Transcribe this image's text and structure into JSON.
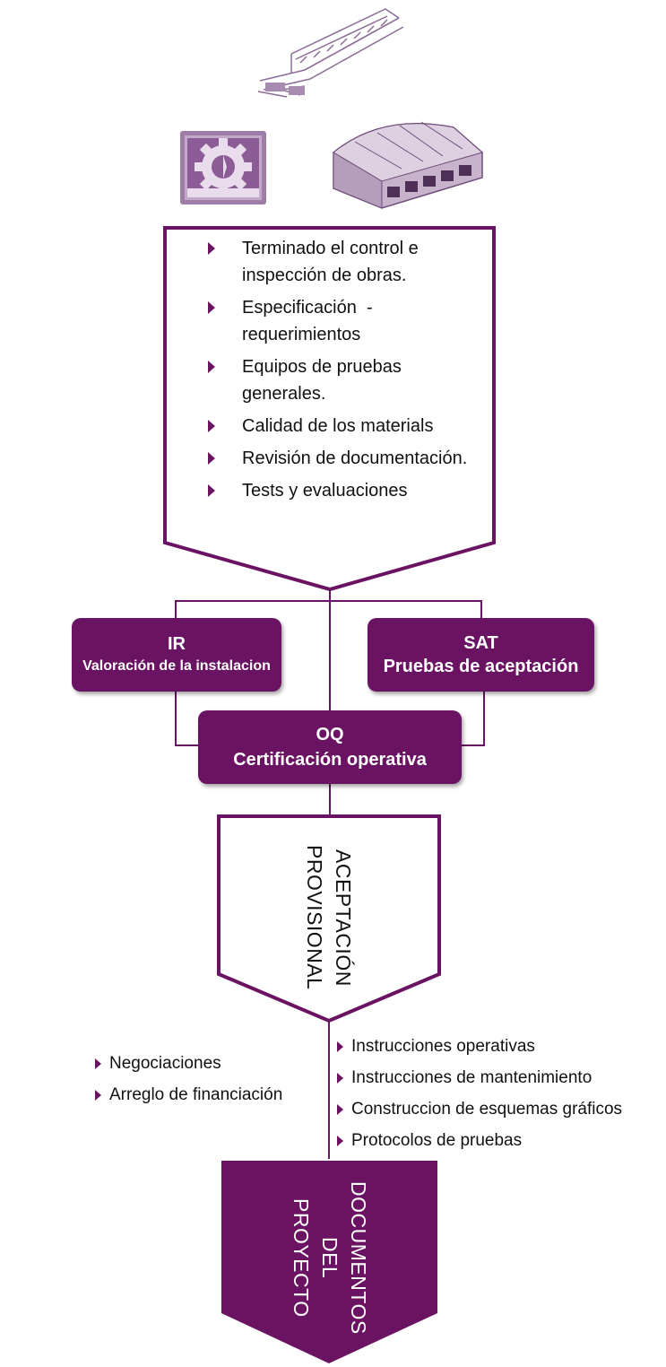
{
  "stage1": {
    "items": [
      "Terminado el control e inspección de obras.",
      "Especificación  - requerimientos",
      "Equipos de pruebas generales.",
      "Calidad de los materials",
      "Revisión de documentación.",
      "Tests y evaluaciones"
    ]
  },
  "boxes": {
    "ir": {
      "title": "IR",
      "subtitle": "Valoración de la instalacion"
    },
    "sat": {
      "title": "SAT",
      "subtitle": "Pruebas de aceptación"
    },
    "oq": {
      "title": "OQ",
      "subtitle": "Certificación operativa"
    }
  },
  "stage2": {
    "line1": "ACEPTACIÓN",
    "line2": "PROVISIONAL"
  },
  "left_items": [
    "Negociaciones",
    "Arreglo de financiación"
  ],
  "right_items": [
    "Instrucciones operativas",
    "Instrucciones de mantenimiento",
    "Construccion de esquemas gráficos",
    "Protocolos de pruebas"
  ],
  "stage3": {
    "line1": "DOCUMENTOS",
    "line2": "DEL",
    "line3": "PROYECTO"
  },
  "icons": {
    "top": "conveyor-structure-icon",
    "gear": "gear-settings-icon",
    "building": "industrial-building-icon"
  },
  "colors": {
    "accent": "#6b1363",
    "icon_tint": "#a07ca9"
  }
}
